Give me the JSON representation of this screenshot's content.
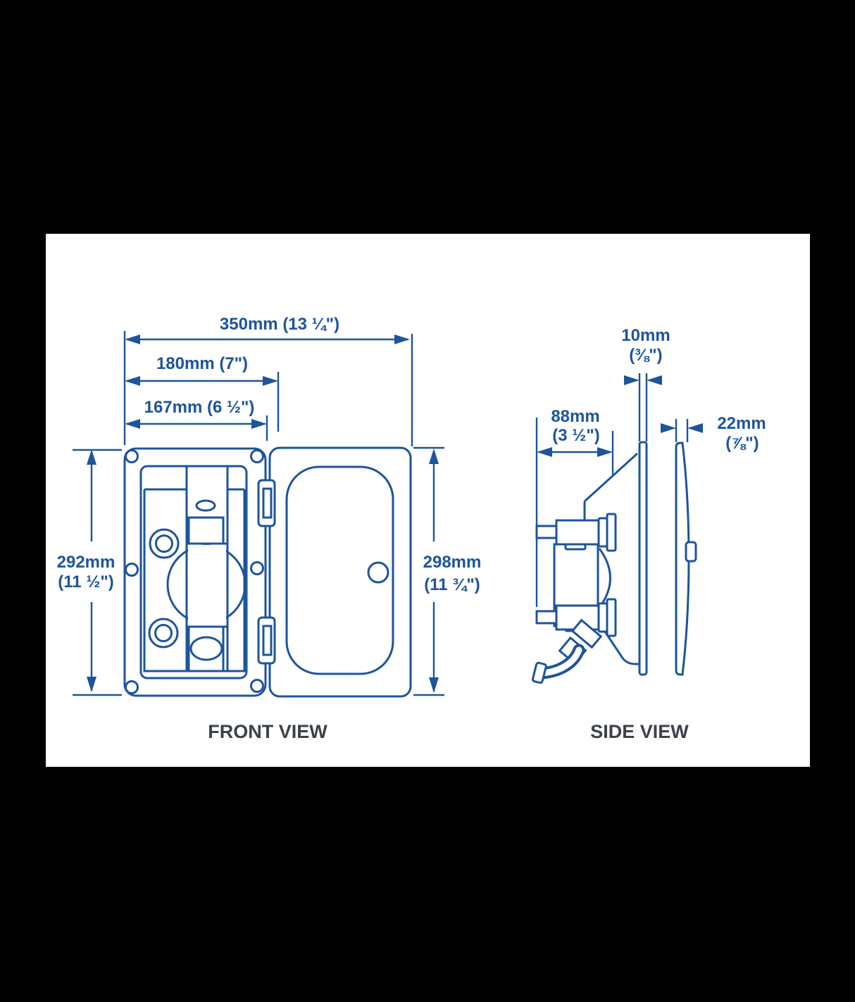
{
  "colors": {
    "background": "#000000",
    "panel": "#ffffff",
    "line_blue": "#1d549c",
    "caption_text": "#3c4149"
  },
  "front_view": {
    "caption": "FRONT VIEW",
    "dim_overall_width": "350mm (13 ¼\")",
    "dim_box_width": "180mm (7\")",
    "dim_opening_width": "167mm (6 ½\")",
    "dim_box_height_mm": "292mm",
    "dim_box_height_in": "(11 ½\")",
    "dim_lid_height_mm": "298mm",
    "dim_lid_height_in": "(11 ¾\")"
  },
  "side_view": {
    "caption": "SIDE VIEW",
    "dim_flange_thickness_mm": "10mm",
    "dim_flange_thickness_in": "(⅜\")",
    "dim_recess_depth_mm": "88mm",
    "dim_recess_depth_in": "(3 ½\")",
    "dim_lid_thickness_mm": "22mm",
    "dim_lid_thickness_in": "(⅞\")"
  }
}
